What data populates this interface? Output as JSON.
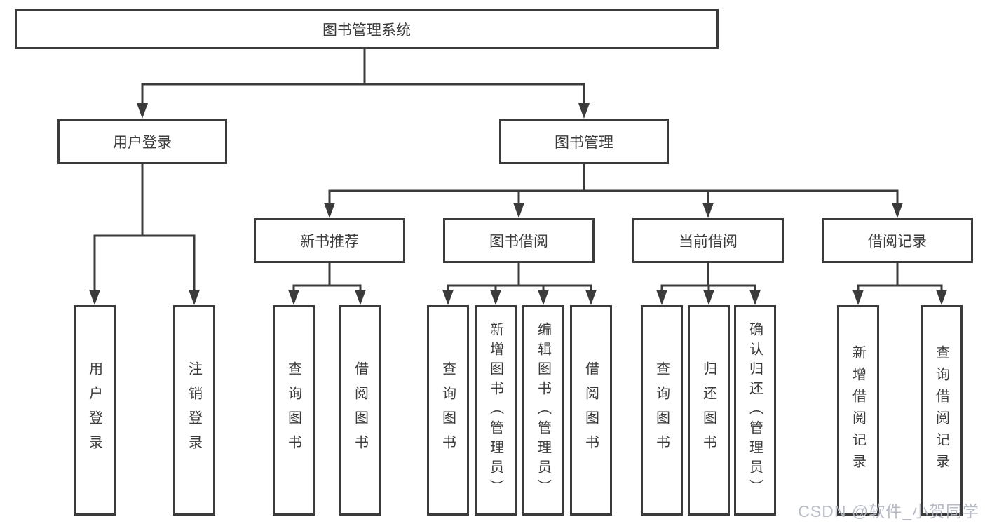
{
  "theme": {
    "line_color": "#3b3b3b",
    "background": "#ffffff",
    "watermark_color": "rgba(178,183,194,0.95)"
  },
  "tree": {
    "label": "图书管理系统",
    "children": [
      {
        "label": "用户登录",
        "children": [
          {
            "label": "用户登录"
          },
          {
            "label": "注销登录"
          }
        ]
      },
      {
        "label": "图书管理",
        "children": [
          {
            "label": "新书推荐",
            "children": [
              {
                "label": "查询图书"
              },
              {
                "label": "借阅图书"
              }
            ]
          },
          {
            "label": "图书借阅",
            "children": [
              {
                "label": "查询图书"
              },
              {
                "label": "新增图书（管理员）"
              },
              {
                "label": "编辑图书（管理员）"
              },
              {
                "label": "借阅图书"
              }
            ]
          },
          {
            "label": "当前借阅",
            "children": [
              {
                "label": "查询图书"
              },
              {
                "label": "归还图书"
              },
              {
                "label": "确认归还（管理员）"
              }
            ]
          },
          {
            "label": "借阅记录",
            "children": [
              {
                "label": "新增借阅记录"
              },
              {
                "label": "查询借阅记录"
              }
            ]
          }
        ]
      }
    ]
  },
  "watermark": {
    "text": "CSDN @软件_小贺同学"
  }
}
